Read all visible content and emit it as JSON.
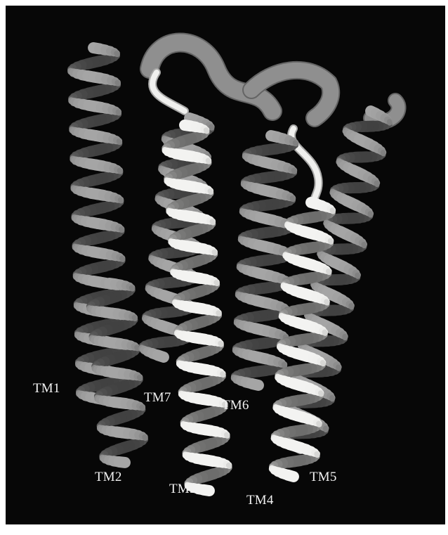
{
  "figure": {
    "background": "#070707",
    "helix_gray": "#8f8f8f",
    "helix_white": "#f0f0ee",
    "labels": {
      "tm1": "TM1",
      "tm2": "TM2",
      "tm3": "TM3",
      "tm4": "TM4",
      "tm5": "TM5",
      "tm6": "TM6",
      "tm7": "TM7"
    }
  }
}
